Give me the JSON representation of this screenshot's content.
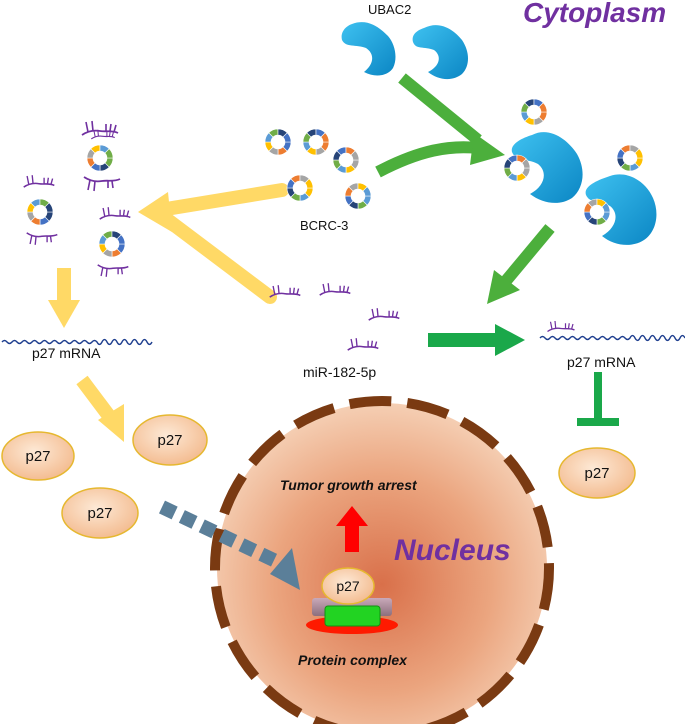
{
  "labels": {
    "cytoplasm": "Cytoplasm",
    "nucleus": "Nucleus",
    "ubac2": "UBAC2",
    "bcrc3": "BCRC-3",
    "mirna": "miR-182-5p",
    "p27_mrna_left": "p27  mRNA",
    "p27_mrna_right": "p27  mRNA",
    "p27": "p27",
    "tumor_growth_arrest": "Tumor growth arrest",
    "protein_complex": "Protein complex"
  },
  "colors": {
    "cytoplasm_text": "#7030a0",
    "nucleus_text": "#7030a0",
    "ubac2_blue": "#1aa0d8",
    "yellow_arrow": "#ffd966",
    "green_arrow": "#4caf3c",
    "green_dark": "#1aa84a",
    "mirna_purple": "#7030a0",
    "mrna_blue": "#1f3f8f",
    "p27_fill": "#f8c9a0",
    "p27_stroke": "#e6b830",
    "nucleus_border": "#8b4513",
    "red_arrow": "#ff0000",
    "dashed_arrow": "#5b7f99"
  },
  "ring_segment_colors": [
    "#4472c4",
    "#ed7d31",
    "#a5a5a5",
    "#ffc000",
    "#5b9bd5",
    "#70ad47",
    "#264478"
  ]
}
